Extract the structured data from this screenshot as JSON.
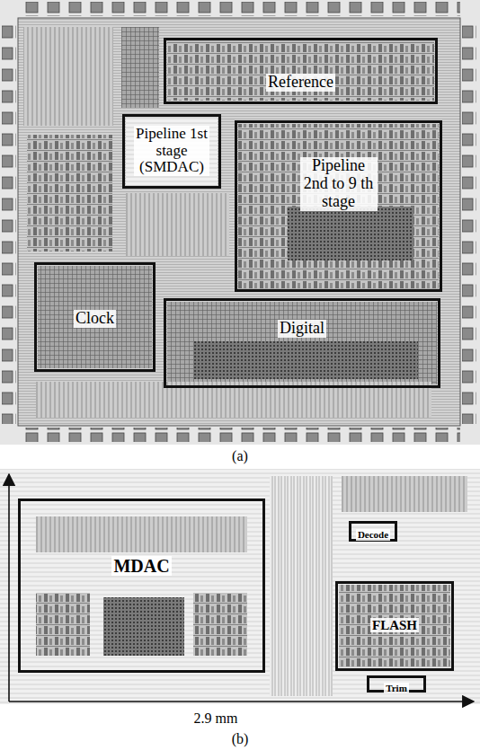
{
  "diagram": {
    "nodes": [
      {
        "text": [
          "Reference"
        ]
      },
      {
        "text": [
          "Pipeline 1st stage (SMDAC)"
        ]
      },
      {
        "text": [
          "Pipeline 2nd to 9 th stage"
        ]
      },
      {
        "text": [
          "Clock"
        ]
      },
      {
        "text": [
          "Digital"
        ]
      },
      {
        "text": [
          "MDAC"
        ]
      },
      {
        "text": [
          "Decode"
        ]
      },
      {
        "text": [
          "FLASH"
        ]
      },
      {
        "text": [
          "Trim"
        ]
      }
    ],
    "edges": [],
    "labels": [
      "(a)",
      "(b)",
      "2.9 mm"
    ]
  }
}
